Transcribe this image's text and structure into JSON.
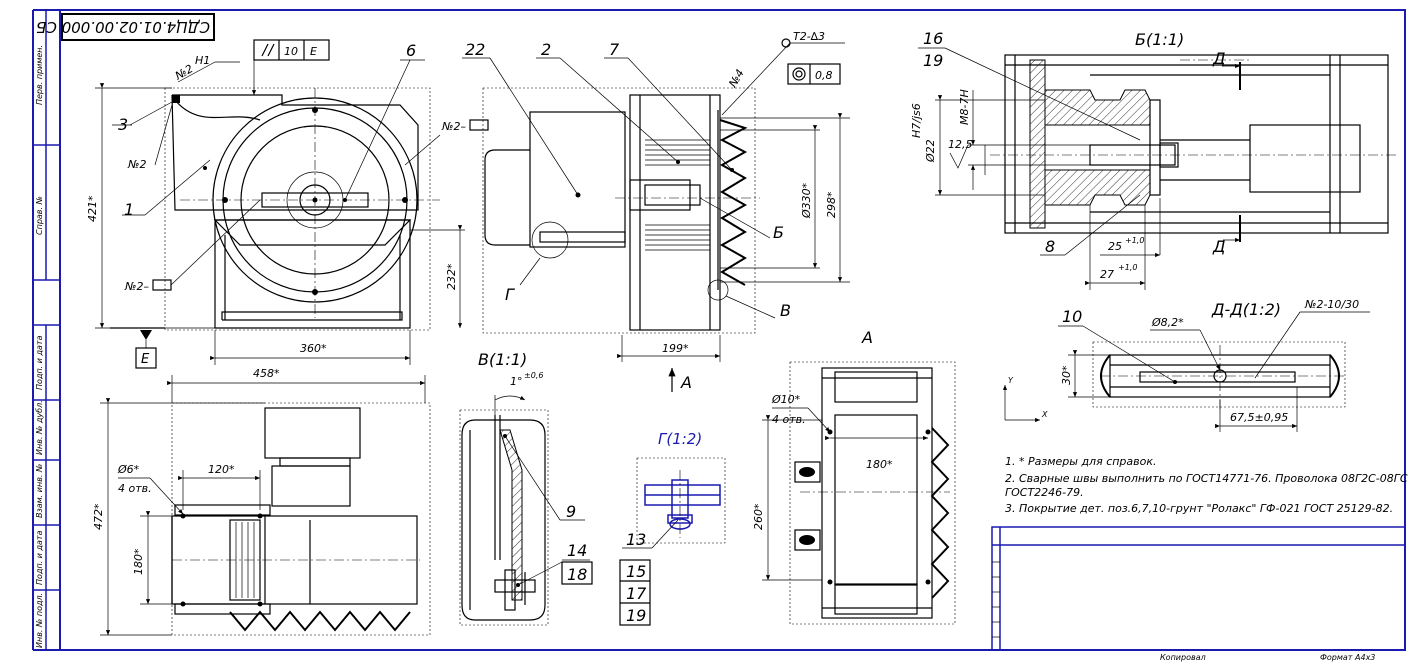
{
  "drawing": {
    "designation": "СДЦ4.01.02.00.000 СБ",
    "sheet_format": "Формат А4х3",
    "copied_label": "Копировал",
    "side_stamp_labels": [
      "Перв. примен.",
      "Справ. №",
      "Подп. и дата",
      "Инв. № дубл.",
      "Взам. инв. №",
      "Подп. и дата",
      "Инв. № подл."
    ]
  },
  "section_titles": {
    "b": "Б(1:1)",
    "v": "В(1:1)",
    "g": "Г(1:2)",
    "d": "Д-Д(1:2)",
    "a": "А"
  },
  "callouts": [
    "1",
    "2",
    "3",
    "6",
    "7",
    "8",
    "9",
    "10",
    "13",
    "14",
    "15",
    "16",
    "17",
    "18",
    "19",
    "22"
  ],
  "callout_text": {
    "c1": "1",
    "c2": "2",
    "c3": "3",
    "c6": "6",
    "c7": "7",
    "c8": "8",
    "c9": "9",
    "c10": "10",
    "c13": "13",
    "c14": "14",
    "c15": "15",
    "c16": "16",
    "c17": "17",
    "c18": "18",
    "c19a": "19",
    "c19b": "19",
    "c22": "22"
  },
  "view_letters": {
    "b": "Б",
    "v": "В",
    "g": "Г",
    "a_arrow": "А",
    "d_top": "Д",
    "d_bot": "Д",
    "e": "Е"
  },
  "tolerances": {
    "parallel_value": "10",
    "parallel_base": "Е",
    "roundness": "0,8",
    "weld_top": "Т2-∆3",
    "weld_h1": "Н1",
    "weld_n2_a": "№2",
    "weld_n2_b": "№2",
    "weld_n2_c": "№2–",
    "weld_n2_d": "№2–",
    "weld_n4": "№4",
    "weld_series": "№2-10/30"
  },
  "dimensions": {
    "d421": "421*",
    "d360": "360*",
    "d232": "232*",
    "d458": "458*",
    "d472": "472*",
    "d120": "120*",
    "d180_side": "180*",
    "d6": "Ø6*",
    "d6_holes": "4 отв.",
    "d199": "199*",
    "d330": "Ø330*",
    "d298": "298*",
    "d22": "Ø22",
    "d22_fit": "H7/js6",
    "dM8": "М8-7Н",
    "d125": "12,5",
    "d25": "25",
    "d25_tol": "+1,0",
    "d27": "27",
    "d27_tol": "+1,0",
    "d1deg": "1°",
    "d1deg_tol": "±0,6",
    "d10": "Ø10*",
    "d10_holes": "4 отв.",
    "d180_a": "180*",
    "d260": "260*",
    "d82": "Ø8,2*",
    "d30": "30*",
    "d675": "67,5±0,95"
  },
  "notes": [
    "1. * Размеры для справок.",
    "2. Сварные швы выполнить по ГОСТ14771-76. Проволока 08Г2С-08ГС",
    "ГОСТ2246-79.",
    "3. Покрытие дет. поз.6,7,10-грунт \"Ролакс\" ГФ-021 ГОСТ 25129-82."
  ],
  "axis_labels": {
    "y": "Y",
    "x": "X"
  }
}
